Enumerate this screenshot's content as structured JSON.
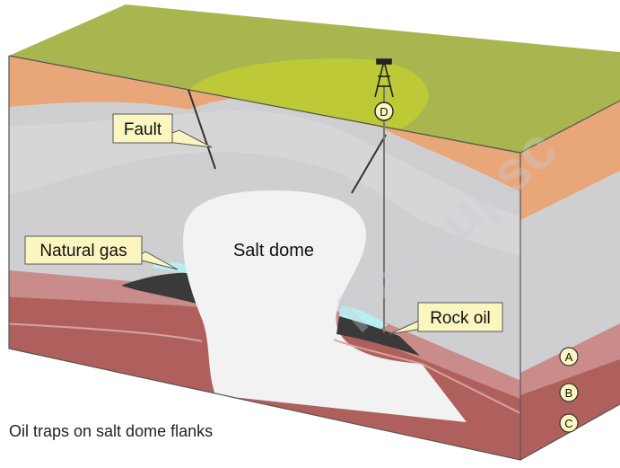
{
  "labels": {
    "fault": "Fault",
    "natural_gas": "Natural gas",
    "salt_dome": "Salt dome",
    "rock_oil": "Rock oil",
    "rig_marker": "D",
    "layer_a": "A",
    "layer_b": "B",
    "layer_c": "C"
  },
  "caption": "Oil traps on salt dome flanks",
  "watermark": "freecupsc",
  "colors": {
    "surface": "#a9b64f",
    "surface_side": "#8f9a3e",
    "orange_layer": "#e9a679",
    "grey_layer": "#cfcfd1",
    "salt": "#f2f2f2",
    "pink_layer": "#c98c8a",
    "red_layer": "#b0605c",
    "oil": "#3a3a3a",
    "gas": "#b7f0f4",
    "callout": "#fbf6c0"
  }
}
